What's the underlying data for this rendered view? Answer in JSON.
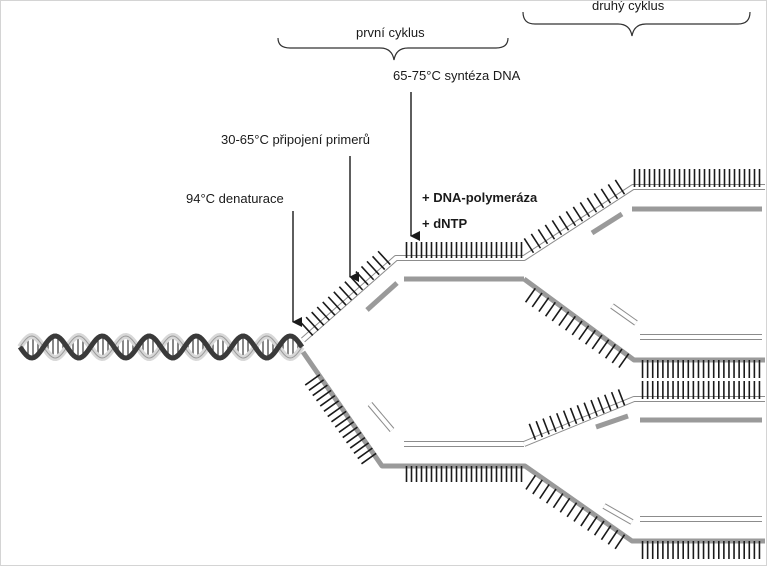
{
  "labels": {
    "cycle1": "první cyklus",
    "cycle2": "druhý cyklus",
    "denaturation": "94°C denaturace",
    "annealing": "30-65°C  připojení primerů",
    "synthesis": "65-75°C  syntéza DNA",
    "polymerase": "+ DNA-polymeráza",
    "dntp": "+ dNTP"
  },
  "colors": {
    "template_strand": "#9a9a9a",
    "new_strand": "#ffffff",
    "outline": "#8c8c8c",
    "rung": "#1a1a1a",
    "helix_dark": "#3a3a3a",
    "helix_light": "#d8d8d8",
    "text": "#1a1a1a"
  }
}
